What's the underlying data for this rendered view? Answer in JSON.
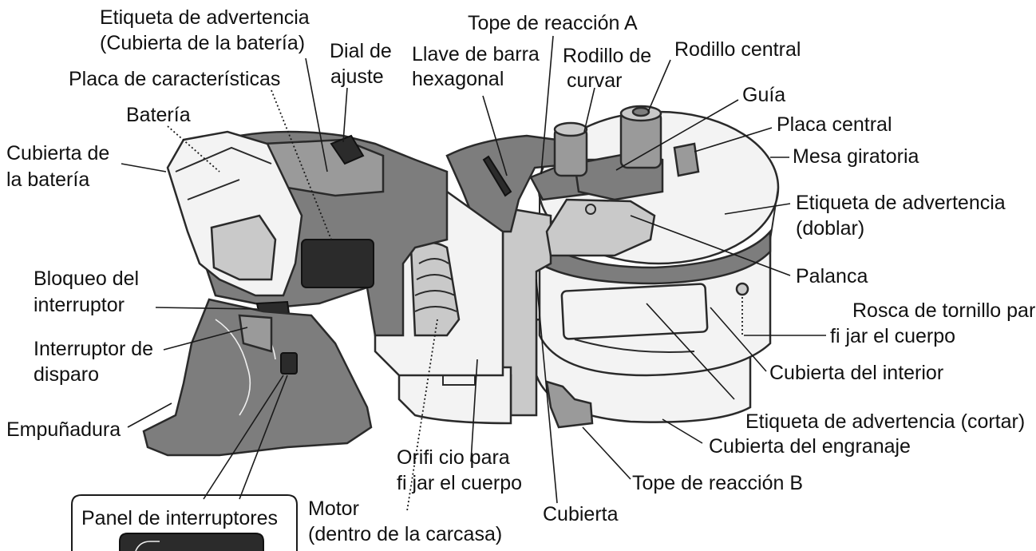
{
  "labels": {
    "etiqueta_bateria_1": "Etiqueta de advertencia",
    "etiqueta_bateria_2": "(Cubierta de la batería)",
    "placa_caracteristicas": "Placa de características",
    "bateria": "Batería",
    "cubierta_bateria_1": "Cubierta de",
    "cubierta_bateria_2": "la batería",
    "dial_1": "Dial de",
    "dial_2": "ajuste",
    "llave_1": "Llave de barra",
    "llave_2": "hexagonal",
    "tope_a": "Tope de reacción A",
    "rodillo_curvar_1": "Rodillo de",
    "rodillo_curvar_2": "curvar",
    "rodillo_central": "Rodillo central",
    "guia": "Guía",
    "placa_central": "Placa central",
    "mesa_giratoria": "Mesa giratoria",
    "etiqueta_doblar_1": "Etiqueta de advertencia",
    "etiqueta_doblar_2": "(doblar)",
    "palanca": "Palanca",
    "bloqueo_1": "Bloqueo del",
    "bloqueo_2": "interruptor",
    "interruptor_disparo_1": "Interruptor de",
    "interruptor_disparo_2": "disparo",
    "empunadura": "Empuñadura",
    "rosca_1": "Rosca de tornillo para",
    "rosca_2": "fi jar el cuerpo",
    "cubierta_interior": "Cubierta del interior",
    "etiqueta_cortar": "Etiqueta de advertencia (cortar)",
    "cubierta_engranaje": "Cubierta del engranaje",
    "orificio_1": "Orifi cio para",
    "orificio_2": "fi jar el cuerpo",
    "tope_b": "Tope de reacción B",
    "motor_1": "Motor",
    "motor_2": "(dentro de la carcasa)",
    "cubierta": "Cubierta",
    "panel_interruptores": "Panel de interruptores"
  }
}
